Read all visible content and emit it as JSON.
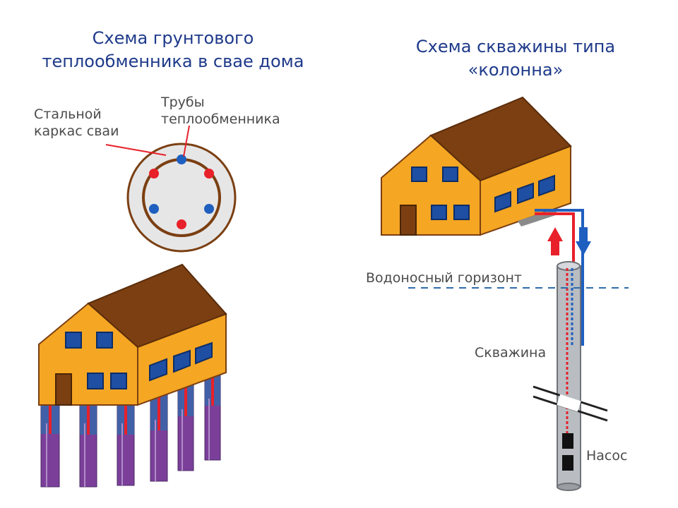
{
  "left_panel": {
    "title_lines": [
      "Схема грунтового",
      "теплообменника в свае дома"
    ],
    "label_frame_lines": [
      "Стальной",
      "каркас сваи"
    ],
    "label_pipes_lines": [
      "Трубы",
      "теплообменника"
    ]
  },
  "right_panel": {
    "title_lines": [
      "Схема скважины типа",
      "«колонна»"
    ],
    "label_aquifer": "Водоносный горизонт",
    "label_well": "Скважина",
    "label_pump": "Насос"
  },
  "colors": {
    "title": "#1e3a8a",
    "label": "#4b4b4b",
    "wall": "#f5a623",
    "roof": "#7b3f12",
    "window": "#1e4fa3",
    "door": "#7b3f12",
    "hot_pipe": "#e8202a",
    "cold_pipe": "#1f5fbf",
    "pile": "#7b3f9a",
    "well": "#b9bdc2",
    "aquifer_line": "#2f6cab"
  }
}
